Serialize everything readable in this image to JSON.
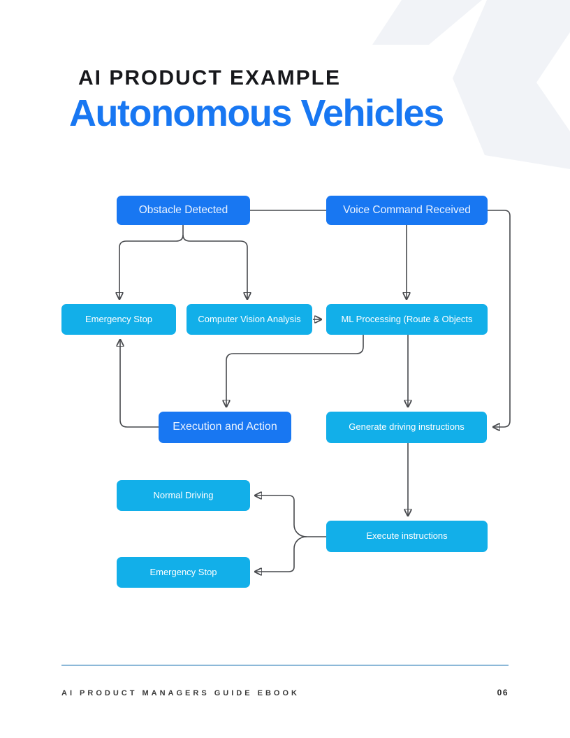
{
  "header": {
    "eyebrow": "AI PRODUCT EXAMPLE",
    "title": "Autonomous Vehicles"
  },
  "flowchart": {
    "nodes": [
      {
        "id": "obstacle-detected",
        "label": "Obstacle Detected",
        "variant": "blue"
      },
      {
        "id": "voice-command-received",
        "label": "Voice Command Received",
        "variant": "blue"
      },
      {
        "id": "emergency-stop-1",
        "label": "Emergency Stop",
        "variant": "cyan"
      },
      {
        "id": "computer-vision-analysis",
        "label": "Computer Vision Analysis",
        "variant": "cyan"
      },
      {
        "id": "ml-processing",
        "label": "ML Processing (Route & Objects",
        "variant": "cyan"
      },
      {
        "id": "execution-and-action",
        "label": "Execution and Action",
        "variant": "blue"
      },
      {
        "id": "generate-driving-instructions",
        "label": "Generate driving instructions",
        "variant": "cyan"
      },
      {
        "id": "normal-driving",
        "label": "Normal Driving",
        "variant": "cyan"
      },
      {
        "id": "execute-instructions",
        "label": "Execute instructions",
        "variant": "cyan"
      },
      {
        "id": "emergency-stop-2",
        "label": "Emergency Stop",
        "variant": "cyan"
      }
    ],
    "edges": [
      {
        "from": "obstacle-detected",
        "to": "voice-command-received",
        "arrow": false
      },
      {
        "from": "obstacle-detected",
        "to": "emergency-stop-1",
        "arrow": true
      },
      {
        "from": "obstacle-detected",
        "to": "computer-vision-analysis",
        "arrow": true
      },
      {
        "from": "voice-command-received",
        "to": "ml-processing",
        "arrow": true
      },
      {
        "from": "computer-vision-analysis",
        "to": "ml-processing",
        "arrow": true
      },
      {
        "from": "voice-command-received",
        "to": "generate-driving-instructions",
        "arrow": true
      },
      {
        "from": "ml-processing",
        "to": "execution-and-action",
        "arrow": true
      },
      {
        "from": "ml-processing",
        "to": "generate-driving-instructions",
        "arrow": true
      },
      {
        "from": "execution-and-action",
        "to": "emergency-stop-1",
        "arrow": true
      },
      {
        "from": "generate-driving-instructions",
        "to": "execute-instructions",
        "arrow": true
      },
      {
        "from": "execute-instructions",
        "to": "normal-driving",
        "arrow": true
      },
      {
        "from": "execute-instructions",
        "to": "emergency-stop-2",
        "arrow": true
      }
    ]
  },
  "footer": {
    "text": "AI PRODUCT MANAGERS GUIDE EBOOK",
    "page_number": "06"
  },
  "colors": {
    "primary_blue": "#1877F2",
    "cyan": "#12AFE9",
    "title_dark": "#17181C",
    "watermark_gray": "#F1F3F7",
    "footer_line_blue": "#8CB8D8",
    "connector_gray": "#47494D"
  }
}
